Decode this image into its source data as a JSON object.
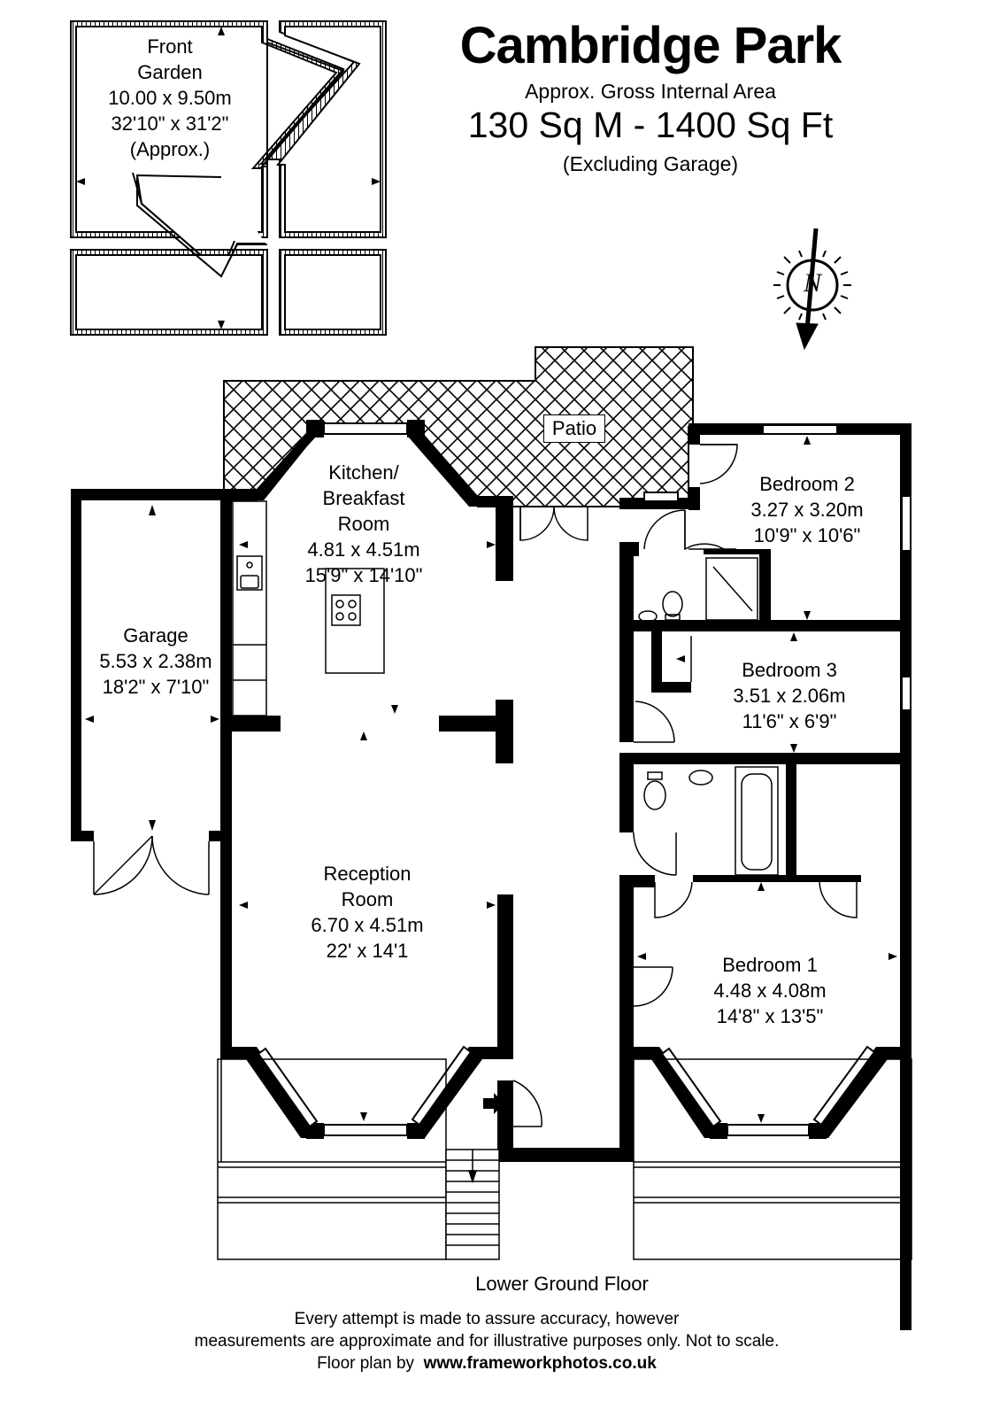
{
  "header": {
    "title": "Cambridge Park",
    "subtitle": "Approx. Gross Internal Area",
    "area": "130 Sq M - 1400 Sq Ft",
    "note": "(Excluding Garage)"
  },
  "compass": {
    "label": "N"
  },
  "rooms": {
    "front_garden": {
      "line1": "Front",
      "line2": "Garden",
      "dims_m": "10.00 x 9.50m",
      "dims_ft": "32'10\" x 31'2\"",
      "note": "(Approx.)"
    },
    "kitchen": {
      "line1": "Kitchen/",
      "line2": "Breakfast",
      "line3": "Room",
      "dims_m": "4.81 x 4.51m",
      "dims_ft": "15'9\" x 14'10\""
    },
    "patio": {
      "name": "Patio"
    },
    "bedroom2": {
      "name": "Bedroom 2",
      "dims_m": "3.27 x 3.20m",
      "dims_ft": "10'9\" x 10'6\""
    },
    "bedroom3": {
      "name": "Bedroom 3",
      "dims_m": "3.51 x 2.06m",
      "dims_ft": "11'6\" x 6'9\""
    },
    "garage": {
      "name": "Garage",
      "dims_m": "5.53 x 2.38m",
      "dims_ft": "18'2\" x 7'10\""
    },
    "reception": {
      "line1": "Reception",
      "line2": "Room",
      "dims_m": "6.70 x 4.51m",
      "dims_ft": "22' x 14'1"
    },
    "bedroom1": {
      "name": "Bedroom 1",
      "dims_m": "4.48 x 4.08m",
      "dims_ft": "14'8\" x 13'5\""
    }
  },
  "floor_name": "Lower Ground Floor",
  "footer": {
    "line1": "Every attempt is made to assure accuracy, however",
    "line2": "measurements are approximate and for illustrative purposes only. Not to scale.",
    "line3_prefix": "Floor plan by",
    "website": "www.frameworkphotos.co.uk"
  }
}
